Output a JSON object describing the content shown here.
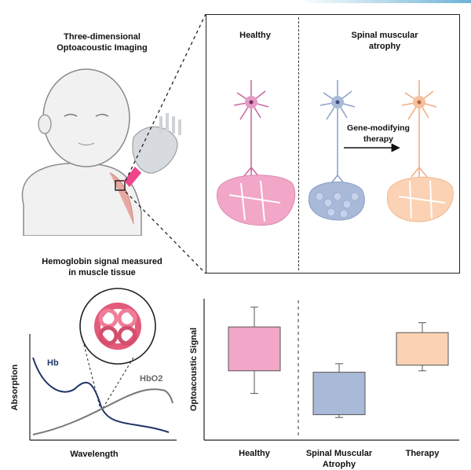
{
  "titles": {
    "imaging_line1": "Three-dimensional",
    "imaging_line2": "Optoacoustic Imaging",
    "hemo_line1": "Hemoglobin signal measured",
    "hemo_line2": "in muscle tissue"
  },
  "panel": {
    "healthy": "Healthy",
    "sma_line1": "Spinal muscular",
    "sma_line2": "atrophy",
    "therapy_line1": "Gene-modifying",
    "therapy_line2": "therapy"
  },
  "absorption_plot": {
    "ylabel": "Absorption",
    "xlabel": "Wavelength",
    "series": [
      {
        "name": "Hb",
        "color": "#1f3566"
      },
      {
        "name": "HbO2",
        "color": "#777777"
      }
    ]
  },
  "colors": {
    "healthy": "#f2a6c8",
    "sma": "#a9b9d8",
    "therapy": "#fbd2b4",
    "healthy_neuron": "#c96aa1",
    "sma_neuron": "#8ea3cf",
    "therapy_neuron": "#f3ad86"
  },
  "chart_data": {
    "type": "bar",
    "ylabel": "Optoacoustic Signal",
    "xlabel": "",
    "categories": [
      "Healthy",
      "Spinal Muscular Atrophy",
      "Therapy"
    ],
    "category_lines": [
      [
        "Healthy"
      ],
      [
        "Spinal Muscular",
        "Atrophy"
      ],
      [
        "Therapy"
      ]
    ],
    "box": [
      {
        "low": 0.49,
        "high": 0.8,
        "err_low": 0.33,
        "err_high": 0.94
      },
      {
        "low": 0.18,
        "high": 0.48,
        "err_low": 0.16,
        "err_high": 0.54
      },
      {
        "low": 0.53,
        "high": 0.76,
        "err_low": 0.49,
        "err_high": 0.83
      }
    ],
    "ylim": [
      0,
      1
    ],
    "grid": false,
    "legend": "none",
    "separator_after": "Healthy"
  }
}
